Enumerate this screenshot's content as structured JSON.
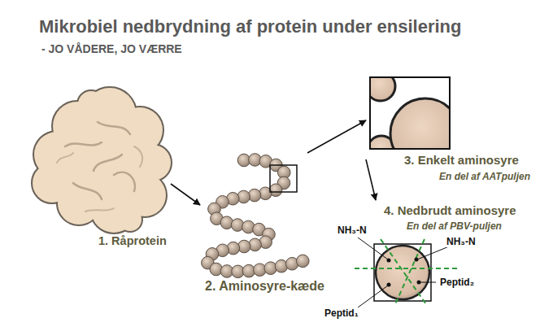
{
  "diagram": {
    "title": "Mikrobiel nedbrydning af protein under ensilering",
    "nodes": [
      {
        "text": [
          "1. Råprotein"
        ]
      },
      {
        "text": [
          "2. Aminosyre-kæde"
        ]
      },
      {
        "text": [
          "3. Enkelt aminosyre",
          "En del af AATpuljen"
        ]
      },
      {
        "text": [
          "4. Nedbrudt aminosyre",
          "En del af PBV-puljen"
        ]
      }
    ],
    "edges": [
      {
        "from": 0,
        "to": 1,
        "arrow": "to"
      },
      {
        "from": 1,
        "to": 2,
        "arrow": "to"
      },
      {
        "from": 2,
        "to": 3,
        "arrow": "to"
      }
    ],
    "labels": [
      "- JO VÅDERE, JO VÆRRE",
      "NH₃-N",
      "NH₃-N",
      "Peptid₂",
      "Peptid₁"
    ]
  }
}
